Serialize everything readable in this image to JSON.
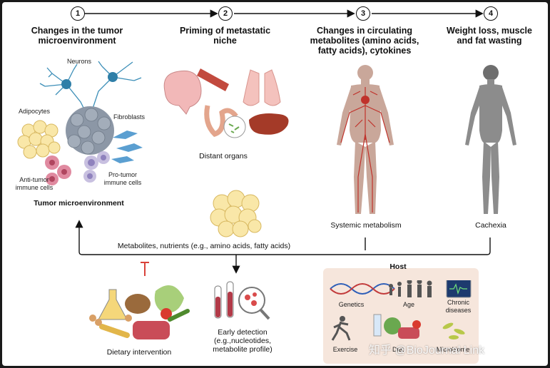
{
  "steps": [
    {
      "number": "1",
      "title": "Changes in the tumor microenvironment"
    },
    {
      "number": "2",
      "title": "Priming of metastatic niche"
    },
    {
      "number": "3",
      "title": "Changes in circulating metabolites (amino acids, fatty acids), cytokines"
    },
    {
      "number": "4",
      "title": "Weight loss, muscle and fat wasting"
    }
  ],
  "tme_labels": {
    "neurons": "Neurons",
    "adipocytes": "Adipocytes",
    "fibroblasts": "Fibroblasts",
    "anti_tumor": "Anti-tumor immune cells",
    "pro_tumor": "Pro-tumor immune cells",
    "caption": "Tumor microenvironment"
  },
  "distant_organs": "Distant organs",
  "systemic_metabolism": "Systemic metabolism",
  "cachexia": "Cachexia",
  "metabolites_line": "Metabolites, nutrients (e.g., amino acids, fatty acids)",
  "dietary_intervention": "Dietary intervention",
  "early_detection": "Early detection (e.g.,nucleotides, metabolite profile)",
  "host": {
    "title": "Host",
    "genetics": "Genetics",
    "age": "Age",
    "chronic": "Chronic diseases",
    "exercise": "Exercise",
    "diet": "Diet",
    "microbiome": "Microbiome"
  },
  "watermark": "知乎 @BioJournal Link",
  "colors": {
    "arrow": "#111111",
    "host_box": "#f6e6dc",
    "neuron": "#3d8fb8",
    "organ_pink": "#f2b8b8",
    "liver": "#a43a28",
    "vessel": "#c0322b",
    "body": "#8c8c8c"
  }
}
